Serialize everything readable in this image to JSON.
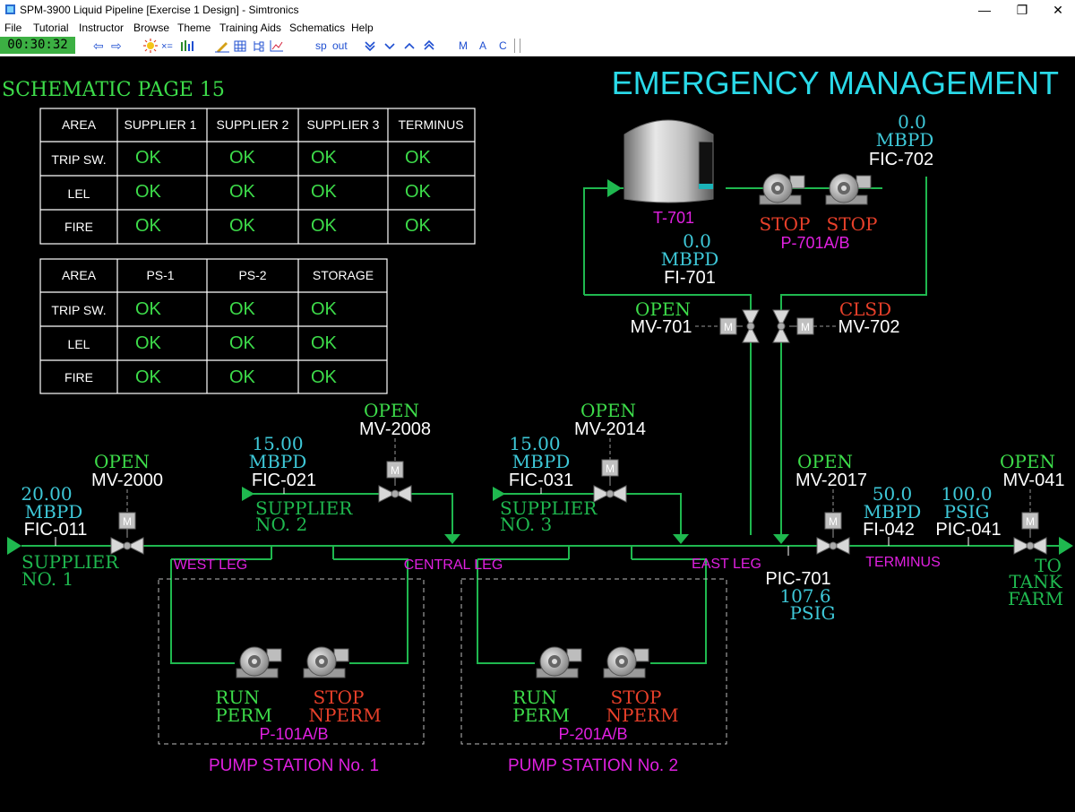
{
  "window": {
    "title": "SPM-3900 Liquid Pipeline [Exercise 1 Design] - Simtronics",
    "minimize": "—",
    "restore": "❐",
    "close": "✕"
  },
  "menu": [
    "File",
    "Tutorial",
    "Instructor",
    "Browse",
    "Theme",
    "Training Aids",
    "Schematics",
    "Help"
  ],
  "toolbar": {
    "clock": "00:30:32",
    "back": "⇦",
    "forward": "⇨",
    "sp": "sp",
    "out": "out",
    "m": "M",
    "a": "A",
    "c": "C"
  },
  "page": {
    "schematic_label": "SCHEMATIC PAGE 15",
    "heading": "EMERGENCY MANAGEMENT",
    "colors": {
      "ok": "#3ddc4a",
      "cyan": "#3ec8d8",
      "magenta": "#e020e0",
      "red": "#e8402a",
      "pipe": "#1fb84f",
      "title": "#2ad9e8"
    }
  },
  "table1": {
    "headers": [
      "AREA",
      "SUPPLIER 1",
      "SUPPLIER 2",
      "SUPPLIER 3",
      "TERMINUS"
    ],
    "rows": [
      {
        "label": "TRIP SW.",
        "cells": [
          "OK",
          "OK",
          "OK",
          "OK"
        ]
      },
      {
        "label": "LEL",
        "cells": [
          "OK",
          "OK",
          "OK",
          "OK"
        ]
      },
      {
        "label": "FIRE",
        "cells": [
          "OK",
          "OK",
          "OK",
          "OK"
        ]
      }
    ]
  },
  "table2": {
    "headers": [
      "AREA",
      "PS-1",
      "PS-2",
      "STORAGE"
    ],
    "rows": [
      {
        "label": "TRIP SW.",
        "cells": [
          "OK",
          "OK",
          "OK"
        ]
      },
      {
        "label": "LEL",
        "cells": [
          "OK",
          "OK",
          "OK"
        ]
      },
      {
        "label": "FIRE",
        "cells": [
          "OK",
          "OK",
          "OK"
        ]
      }
    ]
  },
  "tank": {
    "name": "T-701"
  },
  "fic702": {
    "value": "0.0",
    "unit": "MBPD",
    "tag": "FIC-702"
  },
  "fi701": {
    "value": "0.0",
    "unit": "MBPD",
    "tag": "FI-701"
  },
  "p701": {
    "statusA": "STOP",
    "statusB": "STOP",
    "tag": "P-701A/B"
  },
  "mv701": {
    "state": "OPEN",
    "tag": "MV-701",
    "m": "M"
  },
  "mv702": {
    "state": "CLSD",
    "tag": "MV-702",
    "m": "M"
  },
  "fic011": {
    "value": "20.00",
    "unit": "MBPD",
    "tag": "FIC-011"
  },
  "mv2000": {
    "state": "OPEN",
    "tag": "MV-2000",
    "m": "M"
  },
  "supplier1": {
    "line1": "SUPPLIER",
    "line2": "NO. 1"
  },
  "fic021": {
    "value": "15.00",
    "unit": "MBPD",
    "tag": "FIC-021"
  },
  "supplier2": {
    "line1": "SUPPLIER",
    "line2": "NO. 2"
  },
  "mv2008": {
    "state": "OPEN",
    "tag": "MV-2008",
    "m": "M"
  },
  "fic031": {
    "value": "15.00",
    "unit": "MBPD",
    "tag": "FIC-031"
  },
  "supplier3": {
    "line1": "SUPPLIER",
    "line2": "NO. 3"
  },
  "mv2014": {
    "state": "OPEN",
    "tag": "MV-2014",
    "m": "M"
  },
  "mv2017": {
    "state": "OPEN",
    "tag": "MV-2017",
    "m": "M"
  },
  "fi042": {
    "value": "50.0",
    "unit": "MBPD",
    "tag": "FI-042"
  },
  "pic041": {
    "value": "100.0",
    "unit": "PSIG",
    "tag": "PIC-041"
  },
  "mv041": {
    "state": "OPEN",
    "tag": "MV-041",
    "m": "M"
  },
  "pic701": {
    "tag": "PIC-701",
    "value": "107.6",
    "unit": "PSIG"
  },
  "legs": {
    "west": "WEST LEG",
    "central": "CENTRAL LEG",
    "east": "EAST LEG",
    "terminus": "TERMINUS"
  },
  "tankfarm": {
    "line1": "TO",
    "line2": "TANK",
    "line3": "FARM"
  },
  "ps1": {
    "pumpA": "RUN",
    "pumpA2": "PERM",
    "pumpB": "STOP",
    "pumpB2": "NPERM",
    "tag": "P-101A/B",
    "name": "PUMP STATION No. 1"
  },
  "ps2": {
    "pumpA": "RUN",
    "pumpA2": "PERM",
    "pumpB": "STOP",
    "pumpB2": "NPERM",
    "tag": "P-201A/B",
    "name": "PUMP STATION No. 2"
  }
}
